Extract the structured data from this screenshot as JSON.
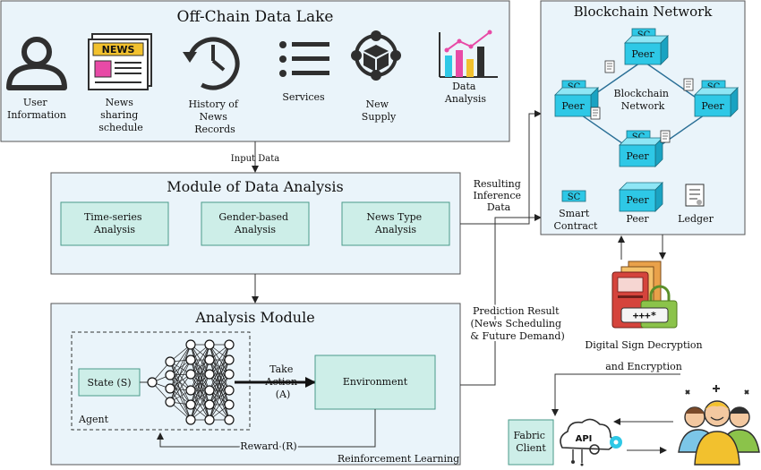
{
  "data_lake": {
    "title": "Off-Chain Data Lake",
    "items": [
      {
        "label_lines": [
          "User",
          "Information"
        ],
        "icon": "user-icon"
      },
      {
        "label_lines": [
          "News",
          "sharing",
          "schedule"
        ],
        "icon": "newspaper-icon",
        "icon_text": "NEWS"
      },
      {
        "label_lines": [
          "History of",
          "News",
          "Records"
        ],
        "icon": "history-clock-icon"
      },
      {
        "label_lines": [
          "Services"
        ],
        "icon": "list-icon"
      },
      {
        "label_lines": [
          "New",
          "Supply"
        ],
        "icon": "network-cube-icon"
      },
      {
        "label_lines": [
          "Data",
          "Analysis"
        ],
        "icon": "bar-chart-icon"
      }
    ]
  },
  "flow": {
    "input_data": "Input Data",
    "resulting_lines": [
      "Resulting",
      "Inference",
      "Data"
    ],
    "prediction_lines": [
      "Prediction Result",
      "(News Scheduling",
      "& Future Demand)"
    ]
  },
  "data_analysis": {
    "title": "Module of Data Analysis",
    "boxes": [
      {
        "lines": [
          "Time-series",
          "Analysis"
        ]
      },
      {
        "lines": [
          "Gender-based",
          "Analysis"
        ]
      },
      {
        "lines": [
          "News Type",
          "Analysis"
        ]
      }
    ]
  },
  "analysis_module": {
    "title": "Analysis Module",
    "state": "State (S)",
    "agent": "Agent",
    "action_lines": [
      "Take",
      "Action",
      "(A)"
    ],
    "environment": "Environment",
    "reward": "Reward (R)",
    "footer": "Reinforcement Learning"
  },
  "blockchain": {
    "title": "Blockchain Network",
    "center_lines": [
      "Blockchain",
      "Network"
    ],
    "sc_badge": "SC",
    "peer_label": "Peer",
    "legend": {
      "smart_contract_lines": [
        "Smart",
        "Contract"
      ],
      "peer": "Peer",
      "ledger": "Ledger"
    }
  },
  "digital_sign": {
    "line1": "Digital Sign Decryption",
    "line2": "and Encryption",
    "lock_text": "+++*"
  },
  "client": {
    "label_lines": [
      "Fabric",
      "Client"
    ],
    "api_text": "API"
  },
  "colors": {
    "panel_fill": "#eaf4fa",
    "sub_box_fill": "#cdeee8",
    "cube_front": "#2ec8e6",
    "cube_top": "#8ee6f5",
    "cube_side": "#1aa3c2",
    "icon_dark": "#2f2f2f",
    "news_yellow": "#f2c12e",
    "news_pink": "#e84aa6",
    "book_red": "#d5443c",
    "lock_green": "#8bc34a"
  }
}
